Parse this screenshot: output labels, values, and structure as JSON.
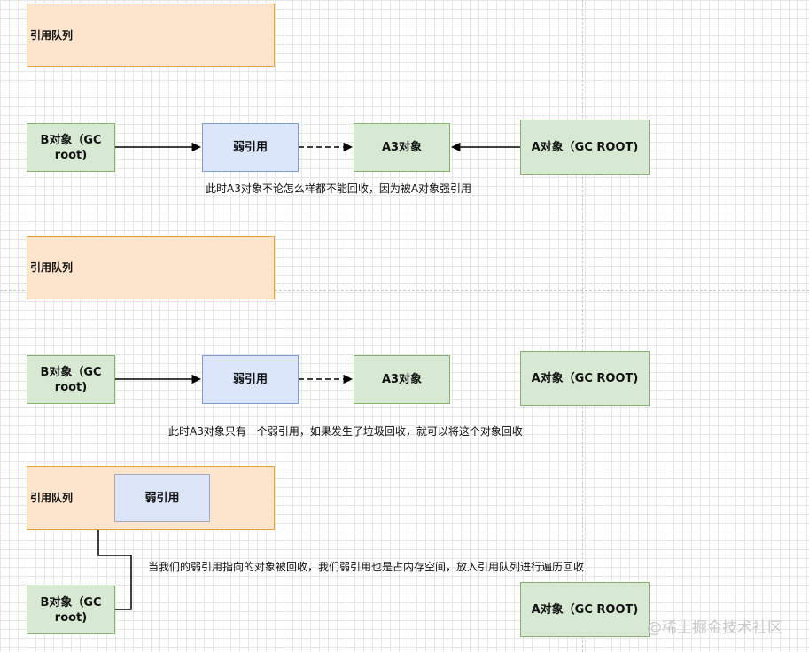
{
  "section1": {
    "queue_label": "引用队列",
    "b_object": "B对象（GC root)",
    "weak_ref": "弱引用",
    "a3_object": "A3对象",
    "a_object": "A对象（GC ROOT)",
    "caption": "此时A3对象不论怎么样都不能回收，因为被A对象强引用"
  },
  "section2": {
    "queue_label": "引用队列",
    "b_object": "B对象（GC root)",
    "weak_ref": "弱引用",
    "a3_object": "A3对象",
    "a_object": "A对象（GC ROOT)",
    "caption": "此时A3对象只有一个弱引用，如果发生了垃圾回收，就可以将这个对象回收"
  },
  "section3": {
    "queue_label": "引用队列",
    "weak_ref": "弱引用",
    "b_object": "B对象（GC root)",
    "a_object": "A对象（GC ROOT)",
    "caption": "当我们的弱引用指向的对象被回收，我们弱引用也是占内存空间，放入引用队列进行遍历回收"
  },
  "watermark": "@稀土掘金技术社区",
  "colors": {
    "queue_fill": "#fde5cd",
    "queue_border": "#e3a43a",
    "object_fill": "#d7e9d3",
    "object_border": "#86b26b",
    "weak_fill": "#dbe6fb",
    "weak_border": "#7d9dd0",
    "arrow": "#000000"
  }
}
